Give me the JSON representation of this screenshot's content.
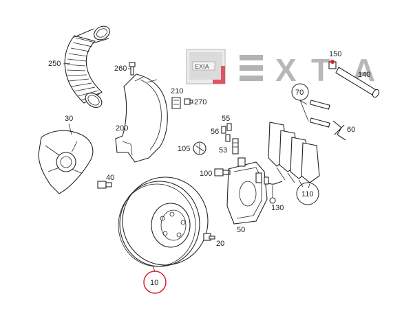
{
  "brand": {
    "wordmark": "EXIA",
    "letters": [
      "X",
      "T",
      "A"
    ],
    "color_grey": "#8c8c8c",
    "color_red": "#d21f2b"
  },
  "callouts": {
    "p250": "250",
    "p260": "260",
    "p210": "210",
    "p270": "270",
    "p200": "200",
    "p30": "30",
    "p40": "40",
    "p56": "56",
    "p55": "55",
    "p53": "53",
    "p105": "105",
    "p100": "100",
    "p50": "50",
    "p130": "130",
    "p110": "110",
    "p70": "70",
    "p60": "60",
    "p150": "150",
    "p140": "140",
    "p20": "20",
    "p10": "10"
  },
  "highlight_color": "#d9232d"
}
